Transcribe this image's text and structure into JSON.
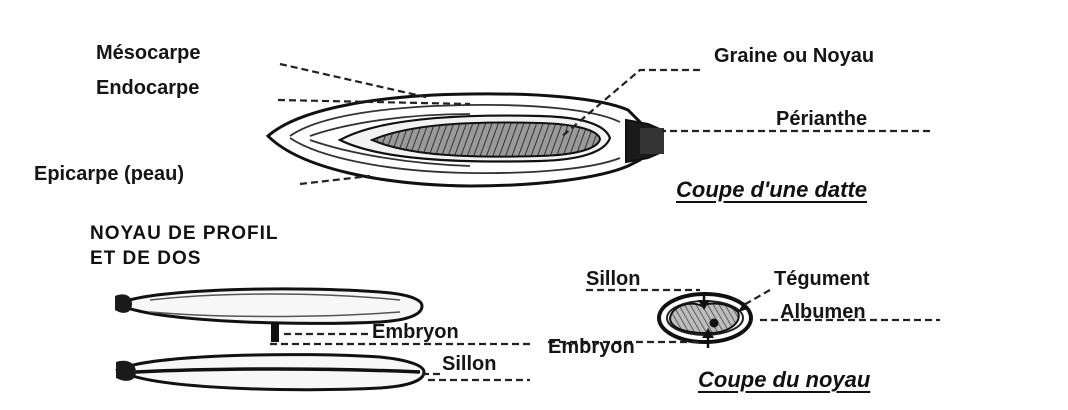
{
  "date_section": {
    "labels": {
      "mesocarpe": "Mésocarpe",
      "endocarpe": "Endocarpe",
      "epicarpe": "Epicarpe (peau)",
      "graine": "Graine ou Noyau",
      "perianthe": "Périanthe"
    },
    "caption": "Coupe d'une datte"
  },
  "pit_profile_section": {
    "heading_line1": "NOYAU DE PROFIL",
    "heading_line2": "ET DE DOS",
    "labels": {
      "embryon": "Embryon",
      "sillon": "Sillon"
    }
  },
  "pit_cut_section": {
    "labels": {
      "sillon": "Sillon",
      "tegument": "Tégument",
      "albumen": "Albumen",
      "embryon": "Embryon"
    },
    "caption": "Coupe du noyau"
  }
}
